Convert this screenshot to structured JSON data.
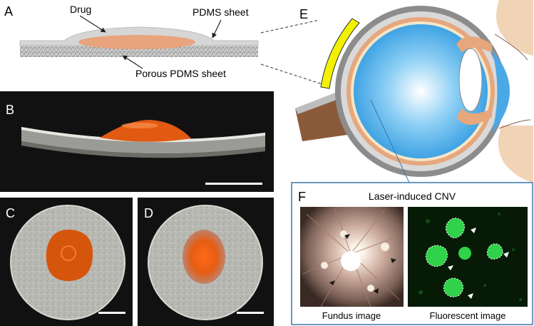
{
  "panels": {
    "a": {
      "letter": "A",
      "drug_label": "Drug",
      "sheet_label": "PDMS sheet",
      "porous_label": "Porous PDMS sheet"
    },
    "b": {
      "letter": "B"
    },
    "c": {
      "letter": "C"
    },
    "d": {
      "letter": "D"
    },
    "e": {
      "letter": "E"
    },
    "f": {
      "letter": "F",
      "title": "Laser-induced CNV",
      "fundus_caption": "Fundus image",
      "fluorescent_caption": "Fluorescent image"
    }
  },
  "colors": {
    "drug": "#e8a47c",
    "pdms_sheet": "#d6d6d6",
    "implant": "#f2f200",
    "vitreous": "#43a9e8",
    "lesion": "#2fd24a",
    "panel_border": "#3a78a8"
  }
}
